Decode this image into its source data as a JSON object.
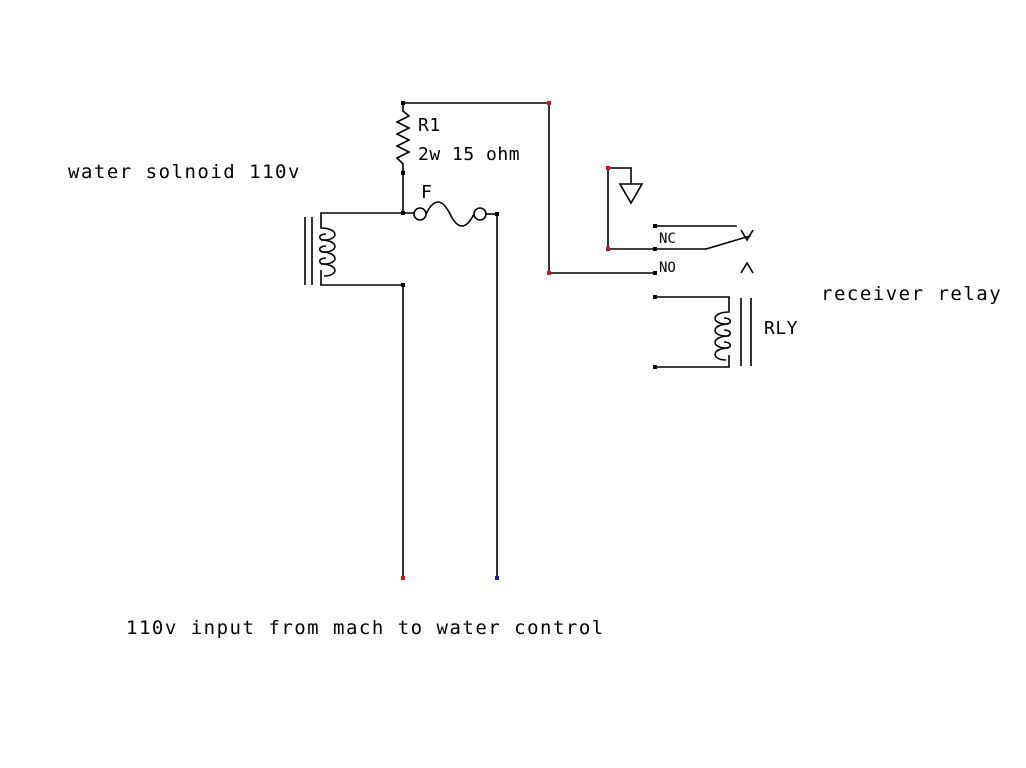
{
  "labels": {
    "solenoid": "water solnoid 110v",
    "r1_ref": "R1",
    "r1_value": "2w 15 ohm",
    "fuse": "F",
    "nc": "NC",
    "no": "NO",
    "relay_desc": "receiver relay",
    "rly": "RLY",
    "input": "110v input from mach to water control"
  },
  "colors": {
    "wire": "#000000",
    "node_black": "#000000",
    "node_red": "#dd1111",
    "node_blue": "#1a1ab8",
    "background": "#ffffff"
  }
}
